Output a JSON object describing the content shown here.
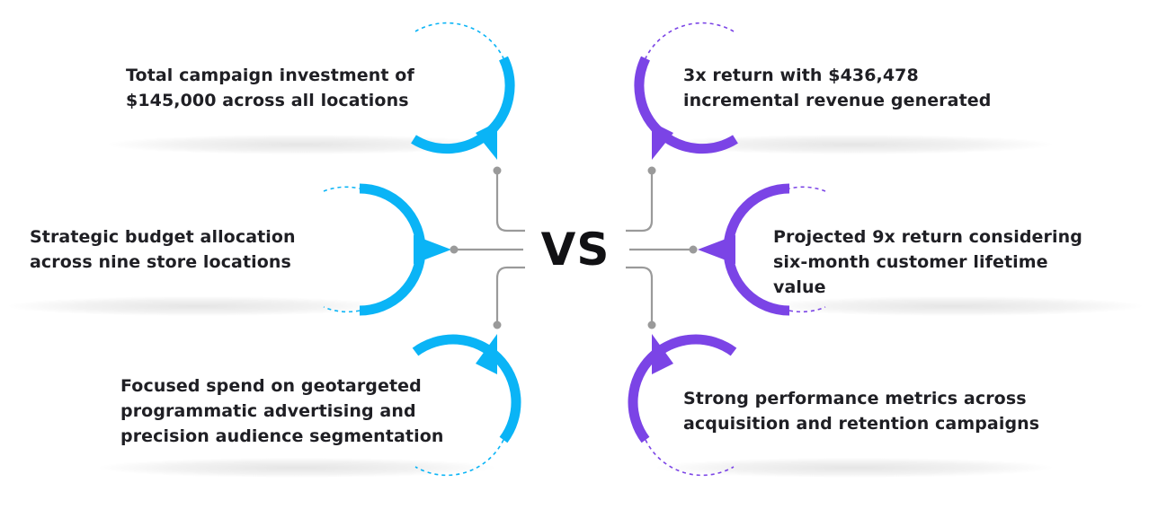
{
  "center_label": "VS",
  "left_items": [
    {
      "text": "Total campaign investment of $145,000 across all locations"
    },
    {
      "text": "Strategic budget allocation across nine store locations"
    },
    {
      "text": "Focused spend on geotargeted programmatic advertising and precision audience segmentation"
    }
  ],
  "right_items": [
    {
      "text": "3x return with $436,478 incremental revenue generated"
    },
    {
      "text": "Projected 9x return considering six-month customer lifetime value"
    },
    {
      "text": "Strong performance metrics across acquisition and retention campaigns"
    }
  ],
  "colors": {
    "left_accent": "#0ab4f6",
    "right_accent": "#7b44e6",
    "connector": "#9a9a9a",
    "text": "#1f1f24"
  }
}
